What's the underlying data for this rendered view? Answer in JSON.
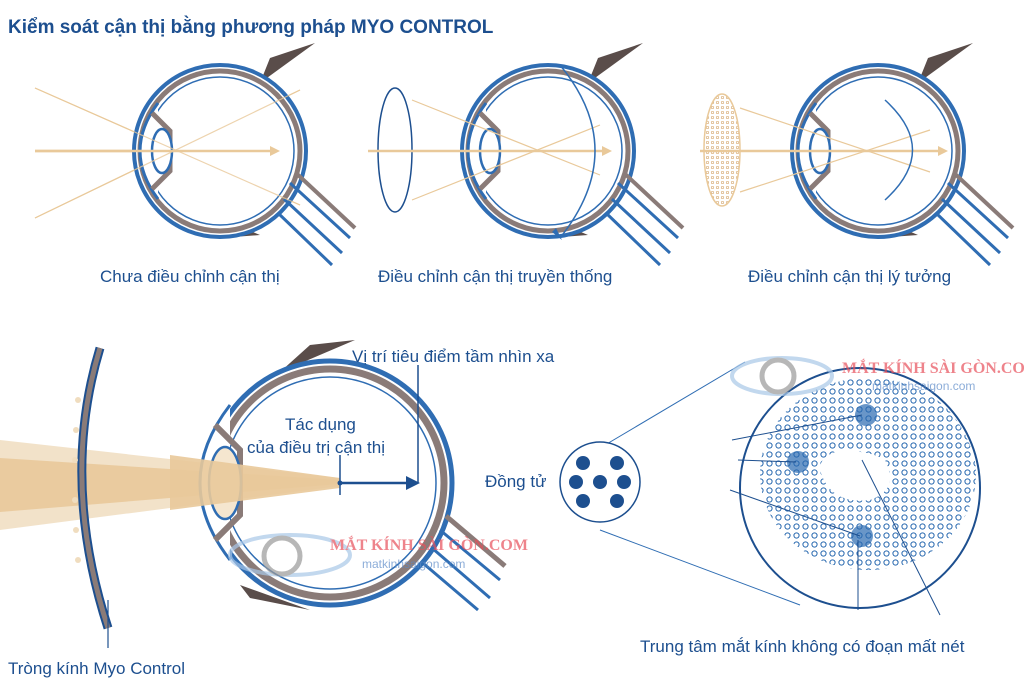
{
  "title": "Kiểm soát cận thị bằng phương pháp MYO CONTROL",
  "top_panels": [
    {
      "caption": "Chưa điều chỉnh cận thị"
    },
    {
      "caption": "Điều chỉnh cận thị truyền thống"
    },
    {
      "caption": "Điều chỉnh cận thị lý tưởng"
    }
  ],
  "bottom": {
    "far_focus_label": "Vị trí tiêu điểm tầm nhìn xa",
    "effect_label_line1": "Tác dụng",
    "effect_label_line2": "của điều trị cận thị",
    "pupil_label": "Đồng tử",
    "lens_label": "Tròng kính Myo Control",
    "center_label": "Trung tâm mắt kính không có đoạn mất nét"
  },
  "watermark": {
    "brand": "MẮT KÍNH SÀI GÒN.COM",
    "domain": "matkinhsaigon.com"
  },
  "colors": {
    "primary": "#1d4f8f",
    "eye_blue": "#2f6db3",
    "eye_brown": "#8a7b78",
    "light_ray": "#e9c99a",
    "dot_blue": "#2a6ab0",
    "watermark_red": "#e8505b"
  }
}
